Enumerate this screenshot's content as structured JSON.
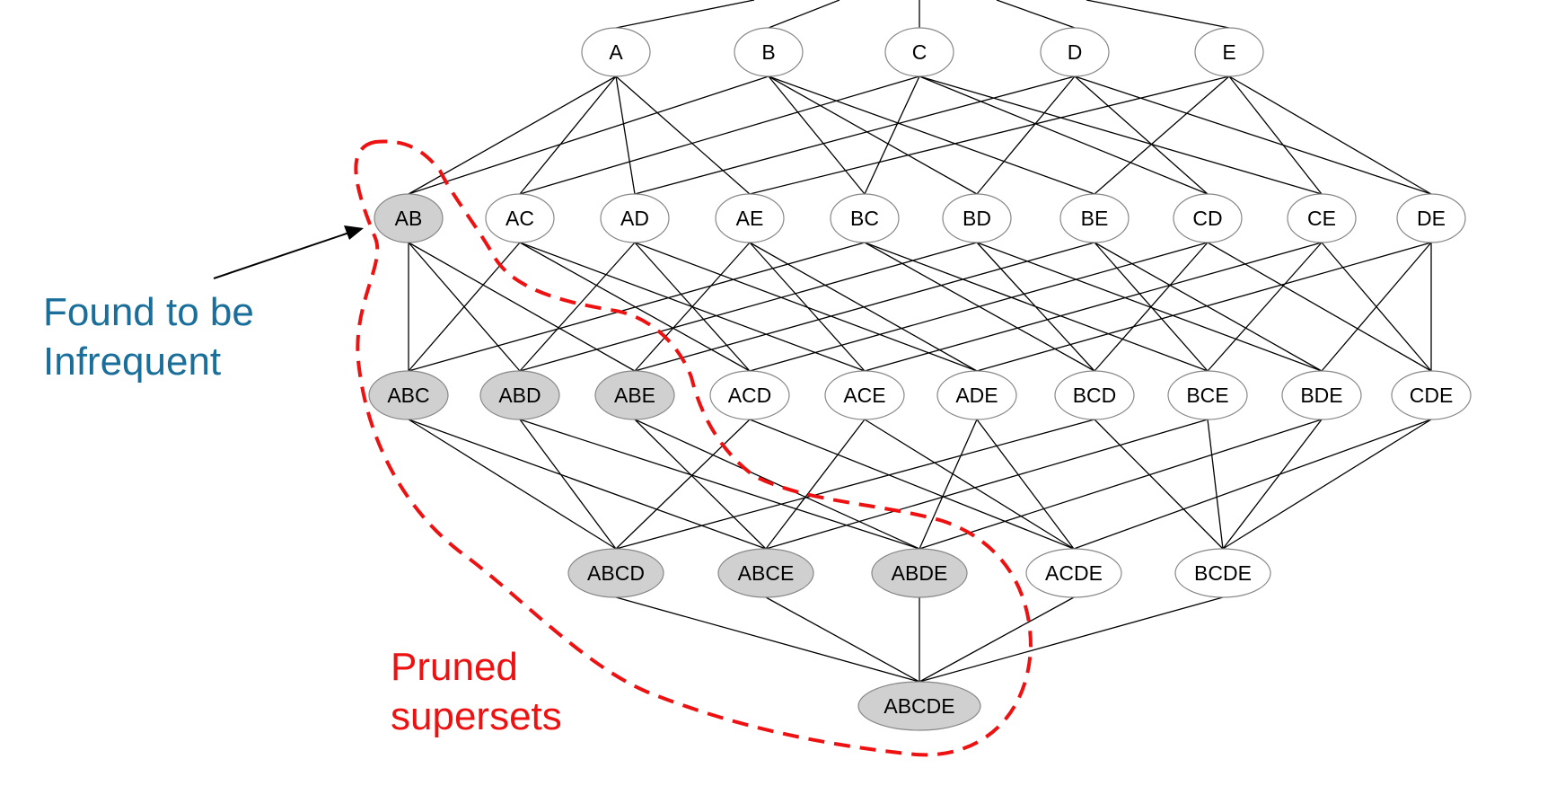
{
  "nodes": [
    "A",
    "B",
    "C",
    "D",
    "E",
    "AB",
    "AC",
    "AD",
    "AE",
    "BC",
    "BD",
    "BE",
    "CD",
    "CE",
    "DE",
    "ABC",
    "ABD",
    "ABE",
    "ACD",
    "ACE",
    "ADE",
    "BCD",
    "BCE",
    "BDE",
    "CDE",
    "ABCD",
    "ABCE",
    "ABDE",
    "ACDE",
    "BCDE",
    "ABCDE"
  ],
  "infrequent_itemset": "AB",
  "pruned_itemsets": [
    "AB",
    "ABC",
    "ABD",
    "ABE",
    "ABCD",
    "ABCE",
    "ABDE",
    "ABCDE"
  ],
  "annotations": {
    "infrequent_line1": "Found to be",
    "infrequent_line2": "Infrequent",
    "pruned_line1": "Pruned",
    "pruned_line2": "supersets"
  },
  "colors": {
    "node_fill": "#ffffff",
    "pruned_fill": "#d0d0d0",
    "node_stroke": "#888888",
    "edge": "#000000",
    "infrequent_text": "#1a6e9a",
    "pruned_text": "#ee1111",
    "pruned_boundary": "#ee1111"
  }
}
